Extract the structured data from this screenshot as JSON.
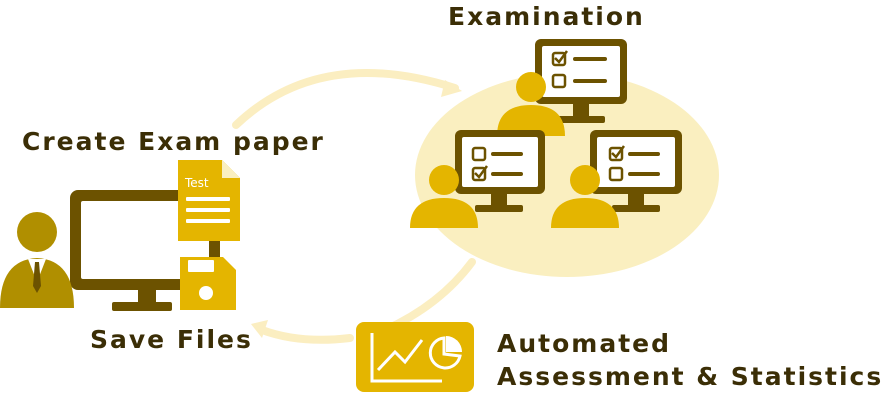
{
  "labels": {
    "create_exam_paper": "Create Exam paper",
    "examination": "Examination",
    "save_files": "Save Files",
    "automated_line1": "Automated",
    "automated_line2": "Assessment & Statistics"
  },
  "document_tag": "Test",
  "icons": {
    "teacher": "teacher-avatar-icon",
    "monitor": "monitor-icon",
    "document": "test-document-icon",
    "floppy": "floppy-disk-icon",
    "student": "student-avatar-icon",
    "checklist": "checklist-icon",
    "chart": "line-pie-chart-icon",
    "arrow": "cycle-arrow-icon"
  },
  "colors": {
    "gold": "#e4b500",
    "dark_gold": "#6c5200",
    "pale_gold": "#faefc0",
    "arrow": "#fbeec1",
    "text": "#3b2e06"
  }
}
